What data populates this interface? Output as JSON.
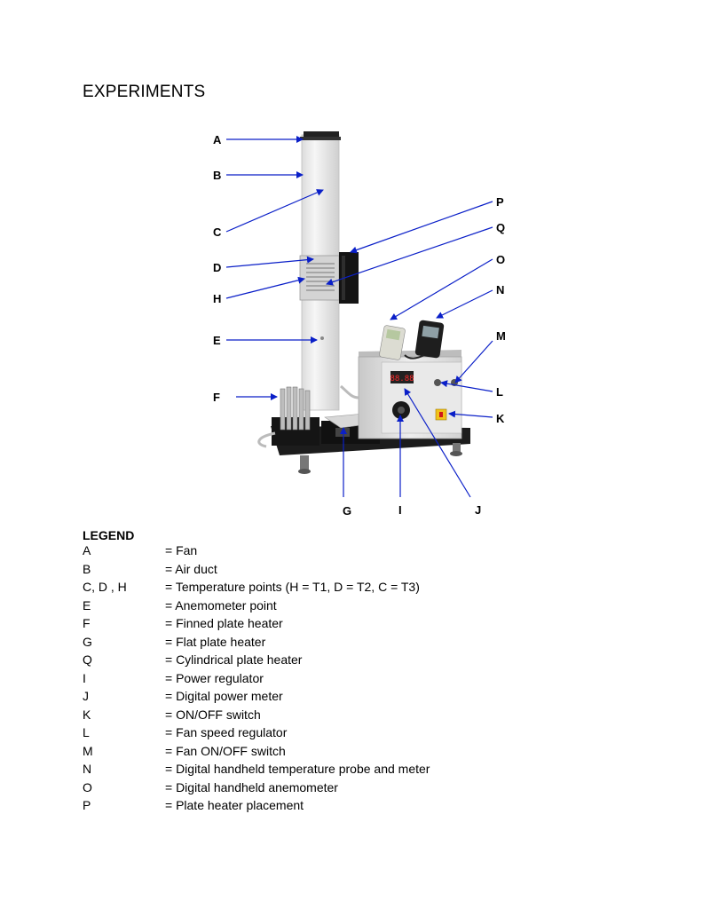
{
  "title": "EXPERIMENTS",
  "figure": {
    "labels": {
      "A": "A",
      "B": "B",
      "C": "C",
      "D": "D",
      "H": "H",
      "E": "E",
      "F": "F",
      "G": "G",
      "I": "I",
      "J": "J",
      "P": "P",
      "Q": "Q",
      "O": "O",
      "N": "N",
      "M": "M",
      "L": "L",
      "K": "K"
    },
    "meter_display": "88.88"
  },
  "legend": {
    "title": "LEGEND",
    "items": [
      {
        "key": "A",
        "desc": "= Fan"
      },
      {
        "key": "B",
        "desc": "= Air duct"
      },
      {
        "key": "C, D , H",
        "desc": "= Temperature points (H = T1, D = T2, C = T3)"
      },
      {
        "key": "E",
        "desc": "= Anemometer point"
      },
      {
        "key": "F",
        "desc": "= Finned plate heater"
      },
      {
        "key": "G",
        "desc": "= Flat plate heater"
      },
      {
        "key": "Q",
        "desc": "= Cylindrical plate heater"
      },
      {
        "key": "I",
        "desc": "= Power regulator"
      },
      {
        "key": "J",
        "desc": "= Digital power meter"
      },
      {
        "key": "K",
        "desc": "= ON/OFF switch"
      },
      {
        "key": "L",
        "desc": "= Fan speed regulator"
      },
      {
        "key": "M",
        "desc": "= Fan ON/OFF switch"
      },
      {
        "key": "N",
        "desc": "= Digital handheld temperature probe and meter"
      },
      {
        "key": "O",
        "desc": "= Digital handheld anemometer"
      },
      {
        "key": "P",
        "desc": "= Plate heater placement"
      }
    ]
  }
}
